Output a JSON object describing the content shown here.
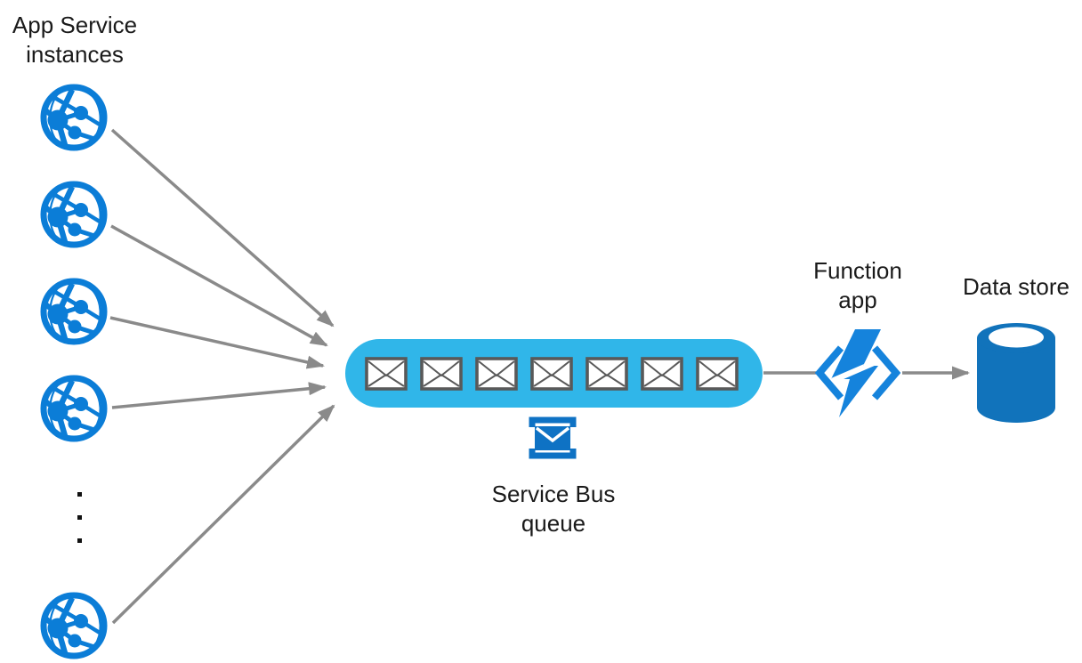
{
  "nodes": {
    "app_service": {
      "label": [
        "App Service",
        "instances"
      ],
      "instance_count": 5,
      "ellipsis_dot_count": 3
    },
    "service_bus_queue": {
      "label": [
        "Service Bus",
        "queue"
      ],
      "message_count": 7
    },
    "function_app": {
      "label": [
        "Function",
        "app"
      ]
    },
    "data_store": {
      "label": [
        "Data store"
      ]
    }
  },
  "icons": {
    "app_service": "app-service-globe-icon",
    "message": "envelope-icon",
    "service_bus": "service-bus-envelope-brackets-icon",
    "function_app": "lightning-brackets-icon",
    "data_store": "database-cylinder-icon"
  },
  "colors": {
    "app_service_blue": "#0b7dd7",
    "queue_cyan": "#30b6e9",
    "service_bus_blue": "#0e72c4",
    "function_blue": "#1583dc",
    "data_store_blue": "#1173bb",
    "arrow_gray": "#8a8a8a",
    "envelope_border_gray": "#595959",
    "text_black": "#1a1a1a"
  }
}
